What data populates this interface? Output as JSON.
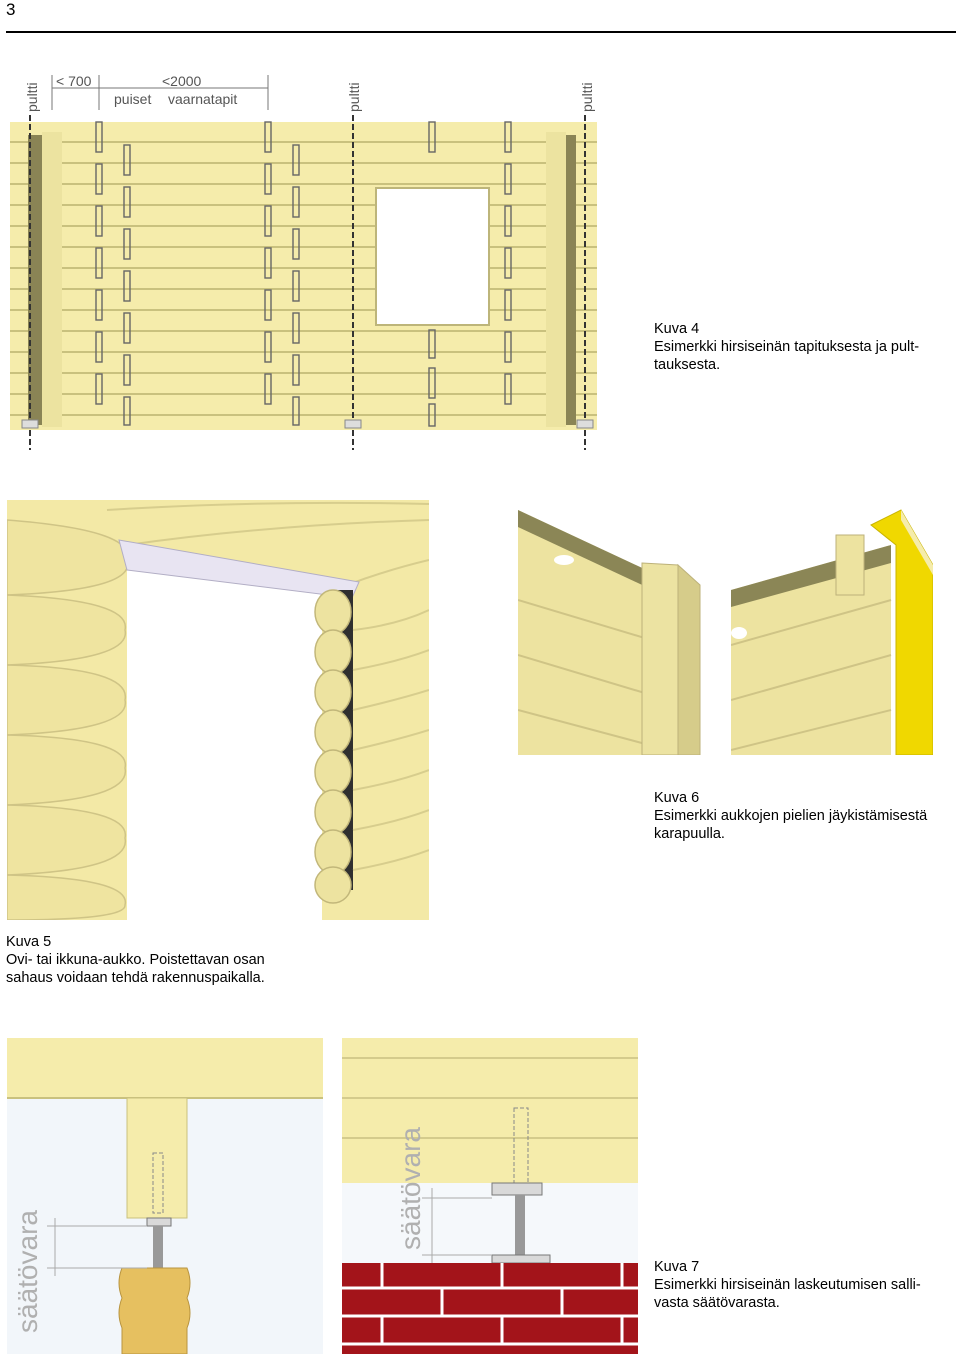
{
  "page_number": "3",
  "figure4": {
    "labels": {
      "pultti": "pultti",
      "dim_700": "< 700",
      "dim_2000": "<2000",
      "puiset": "puiset",
      "vaarnatapit": "vaarnatapit"
    },
    "caption": {
      "title": "Kuva 4",
      "line1": "Esimerkki hirsiseinän tapituksesta ja pult-",
      "line2": "tauksesta."
    }
  },
  "figure5": {
    "caption": {
      "title": "Kuva 5",
      "line1": "Ovi-  tai  ikkuna-aukko.  Poistettavan  osan",
      "line2": "sahaus voidaan tehdä rakennuspaikalla."
    }
  },
  "figure6": {
    "caption": {
      "title": "Kuva 6",
      "line1": "Esimerkki aukkojen pielien jäykistämisestä",
      "line2": "karapuulla."
    }
  },
  "figure7": {
    "labels": {
      "saatovara": "säätövara"
    },
    "caption": {
      "title": "Kuva 7",
      "line1": "Esimerkki hirsiseinän laskeutumisen salli-",
      "line2": "vasta säätövarasta."
    }
  },
  "colors": {
    "log": "#f5ecab",
    "log_dark": "#c9c17e",
    "brick": "#a3141a",
    "insulation": "#f0d800"
  }
}
